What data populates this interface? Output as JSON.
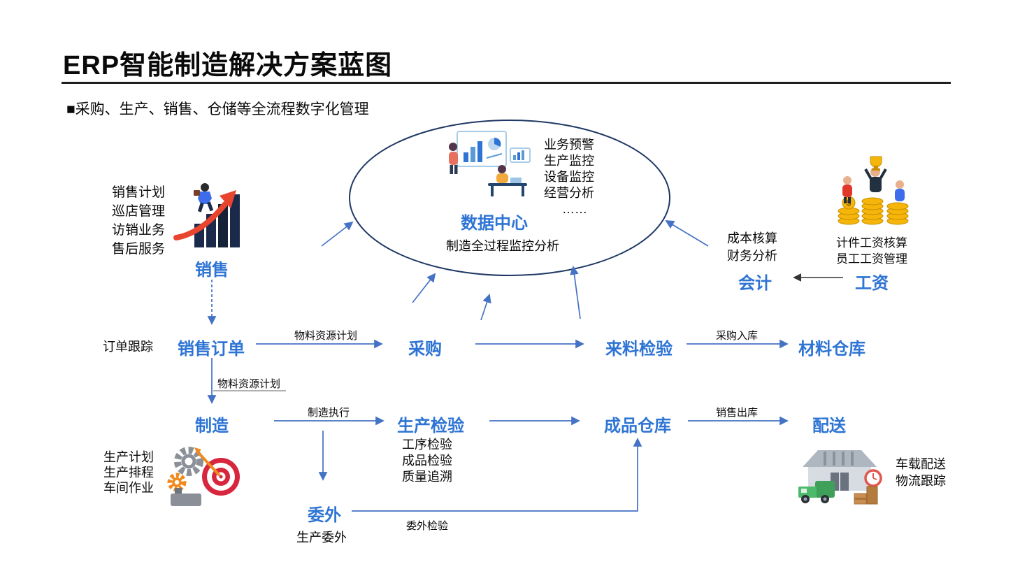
{
  "page": {
    "title": "ERP智能制造解决方案蓝图",
    "subtitle": "■采购、生产、销售、仓储等全流程数字化管理"
  },
  "data_center": {
    "label": "数据中心",
    "caption": "制造全过程监控分析",
    "features": [
      "业务预警",
      "生产监控",
      "设备监控",
      "经营分析",
      "……"
    ]
  },
  "sales": {
    "label": "销售",
    "features": [
      "销售计划",
      "巡店管理",
      "访销业务",
      "售后服务"
    ]
  },
  "accounting": {
    "label": "会计",
    "features": [
      "成本核算",
      "财务分析"
    ]
  },
  "payroll": {
    "label": "工资",
    "coin_symbol": "$",
    "features": [
      "计件工资核算",
      "员工工资管理"
    ]
  },
  "flow": {
    "order_tracking": "订单跟踪",
    "sales_order": "销售订单",
    "mrp_label_1": "物料资源计划",
    "purchase": "采购",
    "incoming_inspection": "来料检验",
    "purchase_inbound": "采购入库",
    "material_warehouse": "材料仓库",
    "mrp_label_2": "物料资源计划",
    "manufacturing": "制造",
    "mes": "制造执行",
    "production_inspection": "生产检验",
    "finished_warehouse": "成品仓库",
    "sales_outbound": "销售出库",
    "delivery": "配送"
  },
  "production_inspection_items": [
    "工序检验",
    "成品检验",
    "质量追溯"
  ],
  "manufacturing_features": [
    "生产计划",
    "生产排程",
    "车间作业"
  ],
  "delivery_features": [
    "车载配送",
    "物流跟踪"
  ],
  "outsourcing": {
    "label": "委外",
    "caption": "生产委外",
    "inspection": "委外检验"
  },
  "colors": {
    "accent_blue": "#2E74D4",
    "arrow_blue": "#4472C4",
    "ellipse_border": "#1F3864",
    "title_rule": "#1F1F1F"
  }
}
